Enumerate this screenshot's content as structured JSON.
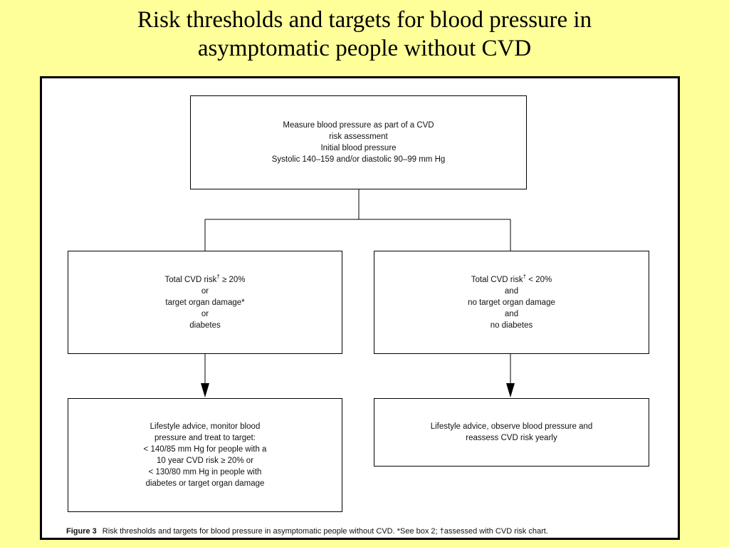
{
  "slide": {
    "title_line1": "Risk thresholds and targets for blood pressure in",
    "title_line2": "asymptomatic people without CVD"
  },
  "flowchart": {
    "top_box": {
      "lines": [
        "Measure blood pressure as part of a CVD",
        "risk assessment",
        "Initial blood pressure",
        "Systolic 140–159 and/or diastolic 90–99 mm Hg"
      ]
    },
    "left_box": {
      "line1_prefix": "Total CVD risk",
      "line1_dagger": "†",
      "line1_suffix": " ≥ 20%",
      "line2": "or",
      "line3": "target organ damage*",
      "line4": "or",
      "line5": "diabetes"
    },
    "right_box": {
      "line1_prefix": "Total CVD risk",
      "line1_dagger": "†",
      "line1_suffix": " < 20%",
      "line2": "and",
      "line3": "no target organ damage",
      "line4": "and",
      "line5": "no diabetes"
    },
    "bottom_left_box": {
      "lines": [
        "Lifestyle advice, monitor blood",
        "pressure and treat to target:",
        "< 140/85 mm Hg for people with a",
        "10 year CVD risk ≥ 20% or",
        "< 130/80 mm Hg in people with",
        "diabetes or target organ damage"
      ]
    },
    "bottom_right_box": {
      "lines": [
        "Lifestyle advice, observe blood pressure and",
        "reassess CVD risk yearly"
      ]
    }
  },
  "caption": {
    "label": "Figure 3",
    "text": "Risk thresholds and targets for blood pressure in asymptomatic people without CVD. *See box 2; †assessed with CVD risk chart."
  }
}
